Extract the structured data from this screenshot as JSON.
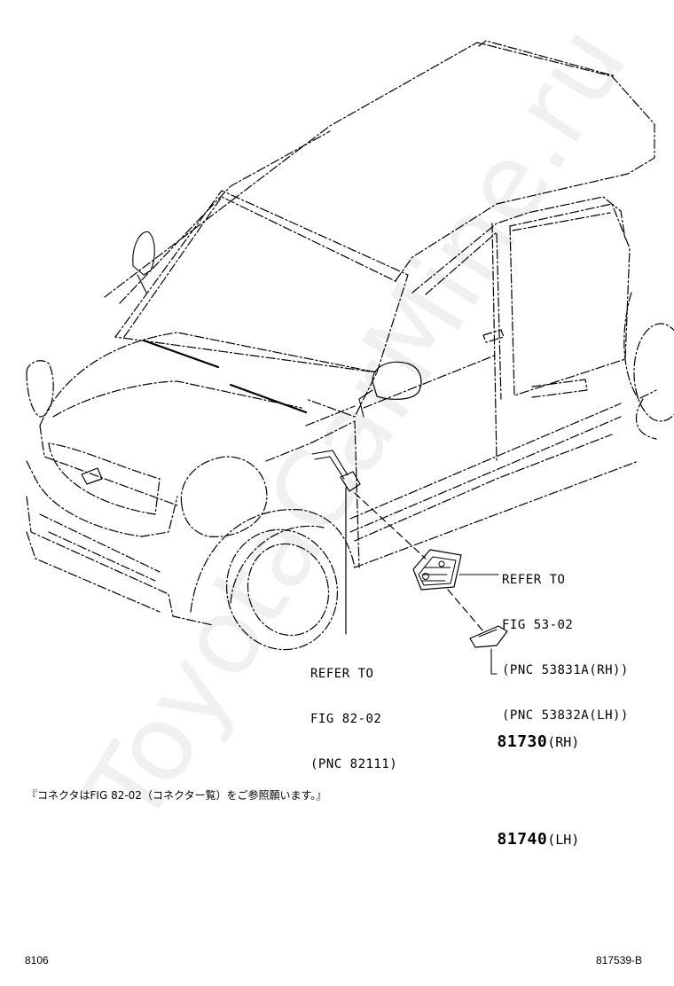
{
  "callouts": {
    "mirror_ref": {
      "line1": "REFER TO",
      "line2": "FIG 53-02",
      "line3": "(PNC 53831A(RH))",
      "line4": "(PNC 53832A(LH))"
    },
    "harness_ref": {
      "line1": "REFER TO",
      "line2": "FIG 82-02",
      "line3": "(PNC 82111)"
    }
  },
  "part_numbers": [
    {
      "number": "81730",
      "side": "(RH)"
    },
    {
      "number": "81740",
      "side": "(LH)"
    }
  ],
  "note": "『コネクタはFIG 82-02（コネクター覧）をご参照願います。』",
  "footer": {
    "left": "8106",
    "right": "817539-B"
  },
  "watermark": "ToyotaCarMine.ru"
}
